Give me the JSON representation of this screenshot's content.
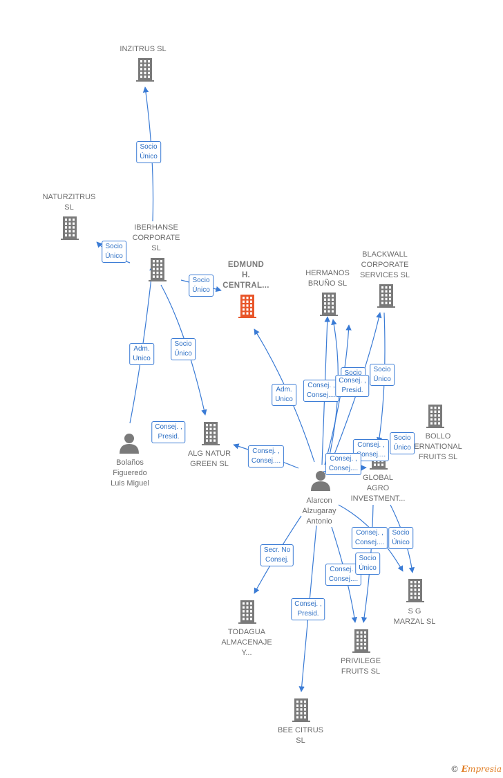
{
  "colors": {
    "company": "#7a7a7a",
    "focus_company": "#e8562a",
    "person": "#7a7a7a",
    "edge": "#3a7bd5",
    "edge_text": "#2d6fc4"
  },
  "nodes": [
    {
      "id": "inzitrus",
      "type": "company",
      "label": "INZITRUS  SL"
    },
    {
      "id": "naturzitrus",
      "type": "company",
      "label": "NATURZITRUS\nSL"
    },
    {
      "id": "iberhanse",
      "type": "company",
      "label": "IBERHANSE\nCORPORATE\nSL"
    },
    {
      "id": "edmund",
      "type": "focus",
      "label": "EDMUND\nH.\nCENTRAL..."
    },
    {
      "id": "hermanos",
      "type": "company",
      "label": "HERMANOS\nBRUÑO SL"
    },
    {
      "id": "blackwall",
      "type": "company",
      "label": "BLACKWALL\nCORPORATE\nSERVICES  SL"
    },
    {
      "id": "bollo",
      "type": "company",
      "label": "BOLLO\nERNATIONAL\nFRUITS SL"
    },
    {
      "id": "alg",
      "type": "company",
      "label": "ALG NATUR\nGREEN  SL"
    },
    {
      "id": "bolanos",
      "type": "person",
      "label": "Bolaños\nFigueredo\nLuis Miguel"
    },
    {
      "id": "alarcon",
      "type": "person",
      "label": "Alarcon\nAlzugaray\nAntonio"
    },
    {
      "id": "global",
      "type": "company",
      "label": "GLOBAL\nAGRO\nINVESTMENT..."
    },
    {
      "id": "sg",
      "type": "company",
      "label": "S G\nMARZAL SL"
    },
    {
      "id": "todagua",
      "type": "company",
      "label": "TODAGUA\nALMACENAJE\nY..."
    },
    {
      "id": "privilege",
      "type": "company",
      "label": "PRIVILEGE\nFRUITS  SL"
    },
    {
      "id": "bee",
      "type": "company",
      "label": "BEE CITRUS\nSL"
    }
  ],
  "edges": [
    {
      "label": "Socio\nÚnico"
    },
    {
      "label": "Socio\nÚnico"
    },
    {
      "label": "Socio\nÚnico"
    },
    {
      "label": "Adm.\nUnico"
    },
    {
      "label": "Socio\nÚnico"
    },
    {
      "label": "Consej. ,\nPresid."
    },
    {
      "label": "Adm.\nUnico"
    },
    {
      "label": "Consej. ,\nConsej...."
    },
    {
      "label": "Consej. ,\nConsej...."
    },
    {
      "label": "Socio\nÚnico"
    },
    {
      "label": "Consej. ,\nPresid."
    },
    {
      "label": "Socio\nÚnico"
    },
    {
      "label": "Consej. ,\nConsej...."
    },
    {
      "label": "Socio\nÚnico"
    },
    {
      "label": "Consej. ,\nConsej...."
    },
    {
      "label": "Consej. ,\nConsej...."
    },
    {
      "label": "Socio\nÚnico"
    },
    {
      "label": "Secr.  No\nConsej."
    },
    {
      "label": "Consej. ,\nConsej...."
    },
    {
      "label": "Socio\nÚnico"
    },
    {
      "label": "Consej. ,\nPresid."
    }
  ],
  "footer": {
    "copyright": "©",
    "brand_initial": "E",
    "brand_rest": "mpresia"
  }
}
